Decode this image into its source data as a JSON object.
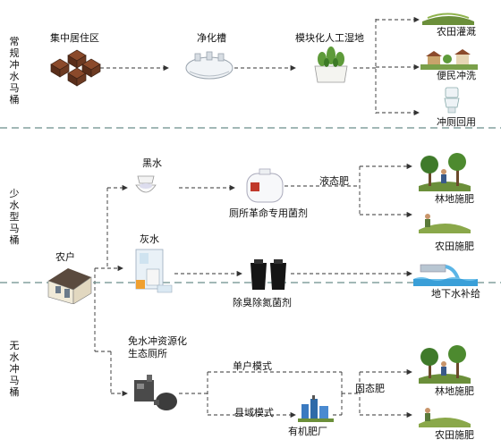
{
  "sections": {
    "conventional": "常规冲水马桶",
    "low_water": "少水型马桶",
    "no_water": "无水冲马桶"
  },
  "conventional": {
    "residential": "集中居住区",
    "tank": "净化槽",
    "wetland": "模块化人工湿地",
    "farm_irrigation": "农田灌溉",
    "village_flush": "便民冲洗",
    "toilet_flush": "冲厕回用"
  },
  "low_water": {
    "black_water": "黑水",
    "grey_water": "灰水",
    "household": "农户",
    "bacteria": "厕所革命专用菌剂",
    "liquid_fert": "液态肥",
    "forest": "林地施肥",
    "farmland": "农田施肥",
    "deodor": "除臭除氮菌剂",
    "groundwater": "地下水补给"
  },
  "no_water": {
    "eco_toilet": "免水冲资源化生态厕所",
    "single_mode": "单户模式",
    "county_mode": "县域模式",
    "organic_plant": "有机肥厂",
    "solid_fert": "固态肥",
    "forest": "林地施肥",
    "farmland": "农田施肥"
  },
  "colors": {
    "dash": "#333333",
    "divider": "#6b8e8a",
    "green": "#4d8a2f",
    "house": "#7a6a5a",
    "water": "#3a9fd8"
  }
}
